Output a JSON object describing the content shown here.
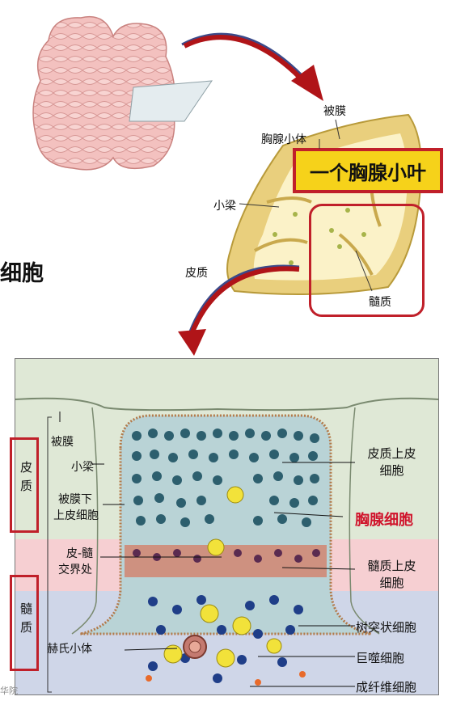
{
  "left_heading": "细胞",
  "top_labels": {
    "capsule": "被膜",
    "thymic_body": "胸腺小体",
    "lobule_title": "一个胸腺小叶",
    "trabecula": "小梁",
    "cortex": "皮质",
    "medulla": "髓质"
  },
  "bottom_left_labels": {
    "capsule": "被膜",
    "trabecula": "小梁",
    "subcapsular_epithelial": [
      "被膜下",
      "上皮细胞"
    ],
    "corticomedullary": [
      "皮-髓",
      "交界处"
    ],
    "hassall": "赫氏小体",
    "cortex_region": "皮质",
    "medulla_region": "髓质"
  },
  "bottom_right_labels": {
    "cortical_epithelial": [
      "皮质上皮",
      "细胞"
    ],
    "thymocyte": "胸腺细胞",
    "medullary_epithelial": [
      "髓质上皮",
      "细胞"
    ],
    "dendritic": "树突状细胞",
    "macrophage": "巨噬细胞",
    "fibroblast": "成纤维细胞"
  },
  "watermark": "华院",
  "colors": {
    "accent_red": "#c0202a",
    "thymocyte_red": "#d0142c",
    "title_box_fill": "#f6d21a",
    "cortex_band": "#f6cfd2",
    "medulla_band": "#cfd6e8",
    "top_band": "#dfe8d6"
  }
}
